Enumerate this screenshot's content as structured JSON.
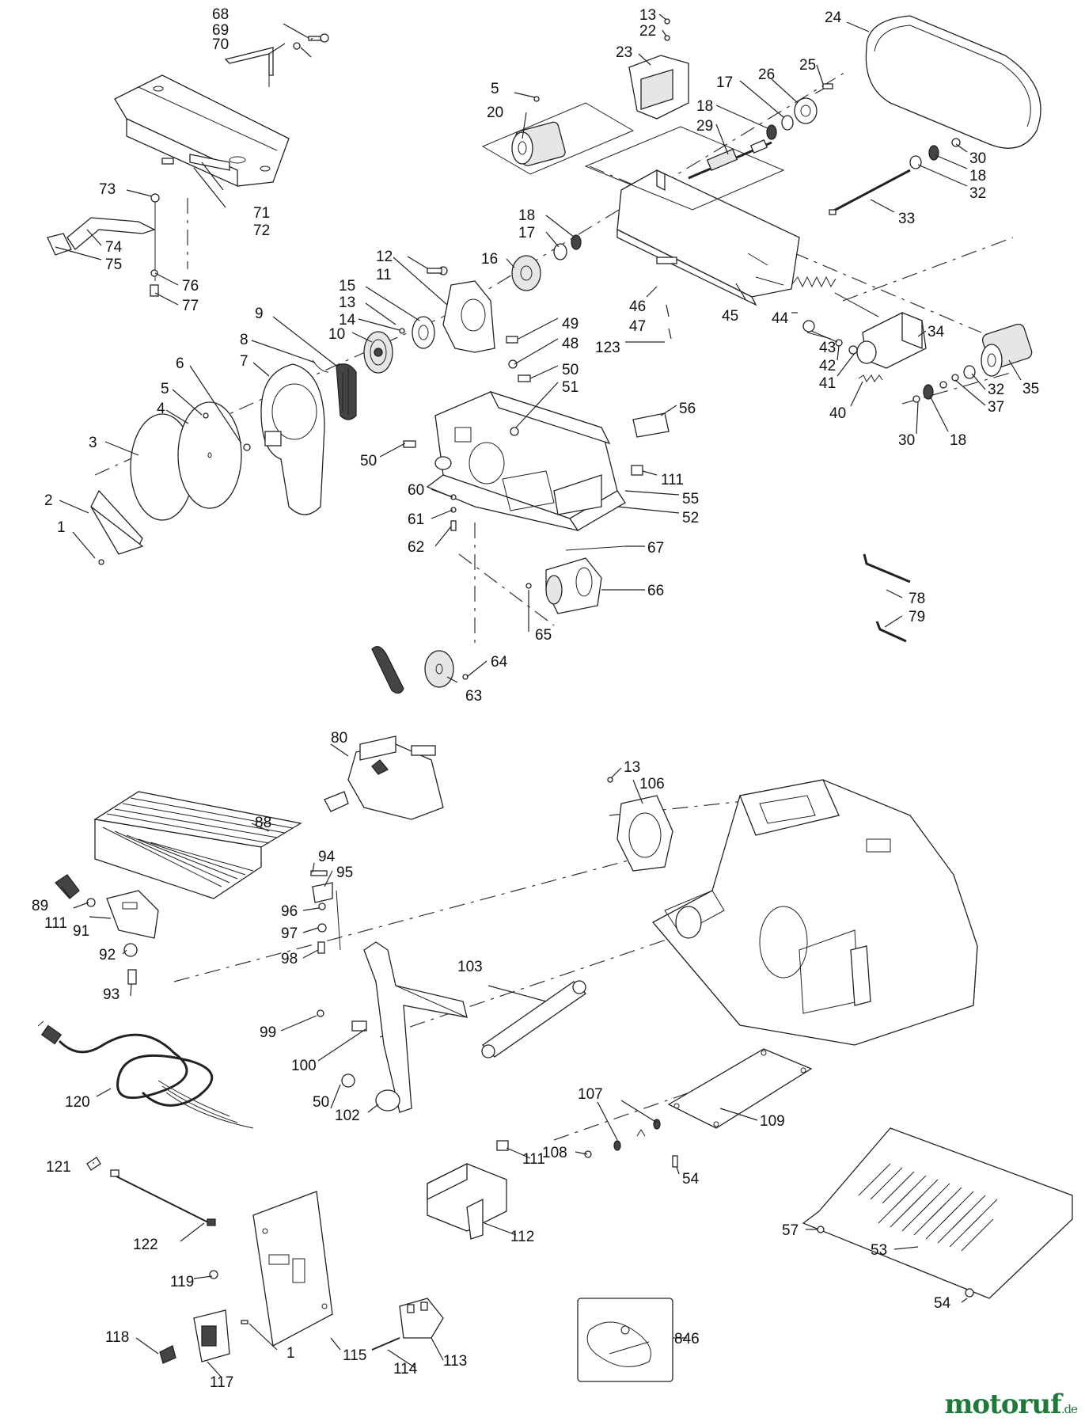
{
  "watermark": {
    "brand": "motoruf",
    "suffix": ".de",
    "color": "#1f7a3a"
  },
  "labels": {
    "p1": "1",
    "p2": "2",
    "p3": "3",
    "p4": "4",
    "p5": "5",
    "p5b": "5",
    "p6": "6",
    "p7": "7",
    "p8": "8",
    "p9": "9",
    "p10": "10",
    "p11": "11",
    "p12": "12",
    "p13": "13",
    "p13b": "13",
    "p13c": "13",
    "p14": "14",
    "p15": "15",
    "p16": "16",
    "p17": "17",
    "p17b": "17",
    "p18": "18",
    "p18b": "18",
    "p18c": "18",
    "p18d": "18",
    "p20": "20",
    "p22": "22",
    "p23": "23",
    "p24": "24",
    "p25": "25",
    "p26": "26",
    "p29": "29",
    "p30": "30",
    "p30b": "30",
    "p32": "32",
    "p32b": "32",
    "p33": "33",
    "p34": "34",
    "p35": "35",
    "p37": "37",
    "p40": "40",
    "p41": "41",
    "p42": "42",
    "p43": "43",
    "p44": "44",
    "p45": "45",
    "p46": "46",
    "p47": "47",
    "p48": "48",
    "p49": "49",
    "p50": "50",
    "p50b": "50",
    "p50c": "50",
    "p51": "51",
    "p52": "52",
    "p53": "53",
    "p54": "54",
    "p54b": "54",
    "p55": "55",
    "p56": "56",
    "p57": "57",
    "p60": "60",
    "p61": "61",
    "p62": "62",
    "p63": "63",
    "p64": "64",
    "p65": "65",
    "p66": "66",
    "p67": "67",
    "p68": "68",
    "p69": "69",
    "p70": "70",
    "p71": "71",
    "p72": "72",
    "p73": "73",
    "p74": "74",
    "p75": "75",
    "p76": "76",
    "p77": "77",
    "p78": "78",
    "p79": "79",
    "p80": "80",
    "p88": "88",
    "p89": "89",
    "p91": "91",
    "p92": "92",
    "p93": "93",
    "p94": "94",
    "p95": "95",
    "p96": "96",
    "p97": "97",
    "p98": "98",
    "p99": "99",
    "p100": "100",
    "p102": "102",
    "p103": "103",
    "p106": "106",
    "p107": "107",
    "p108": "108",
    "p109": "109",
    "p111": "111",
    "p111b": "111",
    "p111c": "111",
    "p112": "112",
    "p113": "113",
    "p114": "114",
    "p115": "115",
    "p1b": "1",
    "p117": "117",
    "p118": "118",
    "p119": "119",
    "p120": "120",
    "p121": "121",
    "p122": "122",
    "p123": "123",
    "p846": "846"
  }
}
